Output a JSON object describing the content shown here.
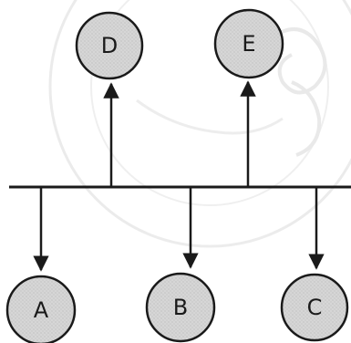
{
  "diagram": {
    "nodes": [
      {
        "id": "D",
        "label": "D"
      },
      {
        "id": "E",
        "label": "E"
      },
      {
        "id": "A",
        "label": "A"
      },
      {
        "id": "B",
        "label": "B"
      },
      {
        "id": "C",
        "label": "C"
      }
    ],
    "edges": [
      {
        "from": "bus",
        "to": "D"
      },
      {
        "from": "bus",
        "to": "E"
      },
      {
        "from": "bus",
        "to": "A"
      },
      {
        "from": "bus",
        "to": "B"
      },
      {
        "from": "bus",
        "to": "C"
      }
    ]
  },
  "colors": {
    "node_fill": "#d4d4d4",
    "line": "#1a1a1a",
    "background": "#ffffff",
    "watermark": "#dcdcdc"
  }
}
